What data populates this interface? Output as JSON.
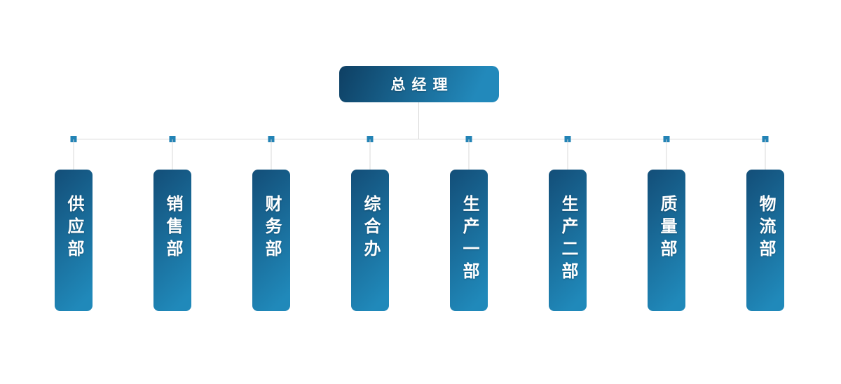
{
  "diagram": {
    "type": "org-chart",
    "root": {
      "label": "总经理"
    },
    "departments": [
      {
        "label": "供应部"
      },
      {
        "label": "销售部"
      },
      {
        "label": "财务部"
      },
      {
        "label": "综合办"
      },
      {
        "label": "生产一部"
      },
      {
        "label": "生产二部"
      },
      {
        "label": "质量部"
      },
      {
        "label": "物流部"
      }
    ]
  },
  "colors": {
    "node_gradient_dark": "#134e78",
    "node_gradient_light": "#2089ba",
    "root_gradient_dark": "#0e3f63",
    "root_gradient_light": "#2289bb",
    "connector_line": "#d9d9d9",
    "junction_marker": "#2383b5",
    "node_text": "#ffffff",
    "background": "#ffffff"
  }
}
